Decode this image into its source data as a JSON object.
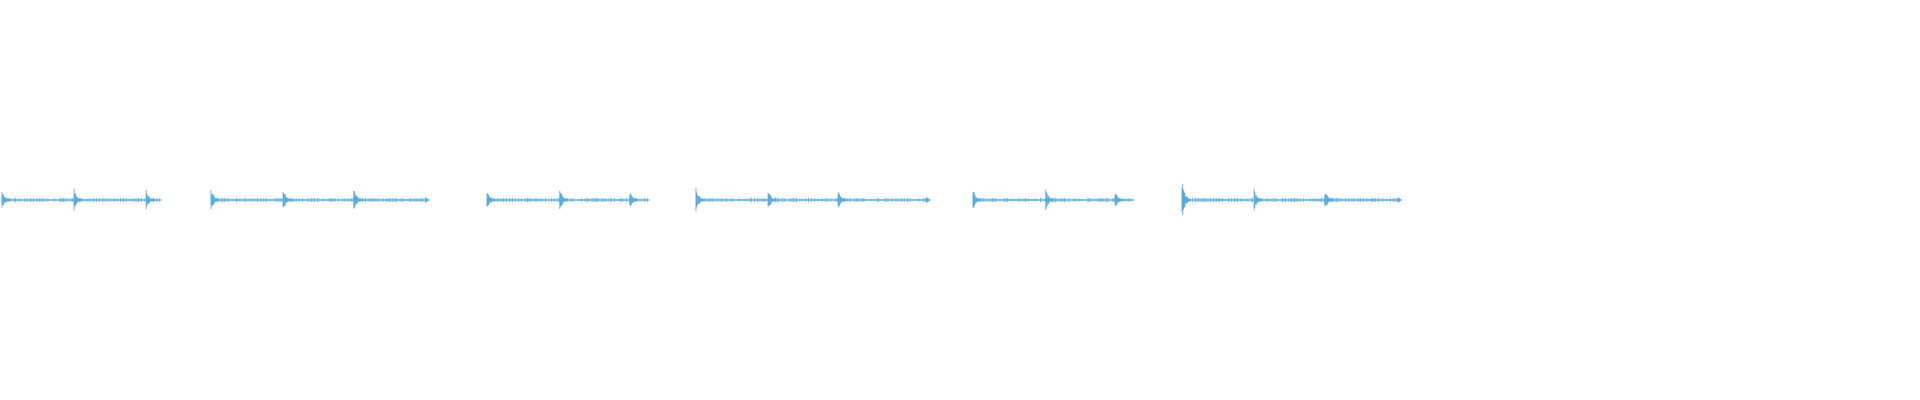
{
  "waveform": {
    "color": "#5aabe0",
    "background": "#ffffff",
    "segments": [
      {
        "id": "segment-1",
        "duration_s": 2.28,
        "tail_marker": false,
        "bursts": [
          {
            "t": 0.0,
            "amp": 0.45
          },
          {
            "t": 1.03,
            "amp": 0.55
          },
          {
            "t": 2.06,
            "amp": 0.45
          }
        ]
      },
      {
        "id": "segment-2",
        "duration_s": 3.07,
        "tail_marker": true,
        "bursts": [
          {
            "t": 0.0,
            "amp": 0.55
          },
          {
            "t": 1.03,
            "amp": 0.55
          },
          {
            "t": 2.04,
            "amp": 0.55
          }
        ]
      },
      {
        "id": "segment-3",
        "duration_s": 2.32,
        "tail_marker": false,
        "bursts": [
          {
            "t": 0.0,
            "amp": 0.45
          },
          {
            "t": 1.04,
            "amp": 0.55
          },
          {
            "t": 2.04,
            "amp": 0.45
          }
        ]
      },
      {
        "id": "segment-4",
        "duration_s": 3.3,
        "tail_marker": true,
        "bursts": [
          {
            "t": 0.0,
            "amp": 0.6
          },
          {
            "t": 1.03,
            "amp": 0.55
          },
          {
            "t": 2.03,
            "amp": 0.5
          }
        ]
      },
      {
        "id": "segment-5",
        "duration_s": 2.3,
        "tail_marker": false,
        "bursts": [
          {
            "t": 0.0,
            "amp": 0.5
          },
          {
            "t": 1.04,
            "amp": 0.55
          },
          {
            "t": 2.03,
            "amp": 0.45
          }
        ]
      },
      {
        "id": "segment-6",
        "duration_s": 3.09,
        "tail_marker": true,
        "bursts": [
          {
            "t": 0.0,
            "amp": 1.0
          },
          {
            "t": 1.03,
            "amp": 0.55
          },
          {
            "t": 2.04,
            "amp": 0.5
          }
        ]
      }
    ]
  }
}
